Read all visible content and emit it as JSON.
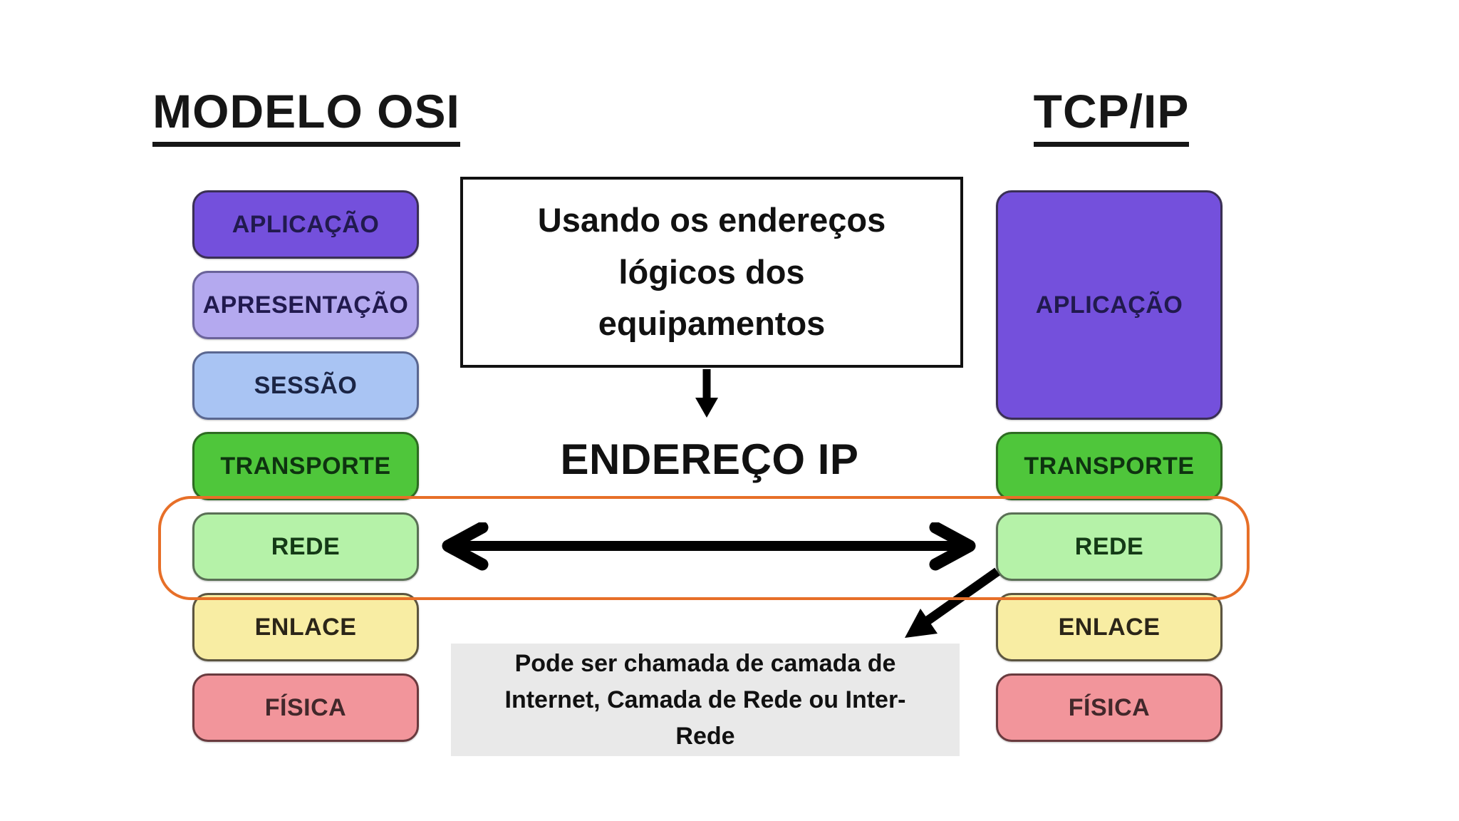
{
  "titles": {
    "left": "MODELO OSI",
    "right": "TCP/IP"
  },
  "osi_layers": [
    {
      "label": "APLICAÇÃO",
      "bg": "#7450DC",
      "border": "#3A2F55",
      "text": "#211A4E"
    },
    {
      "label": "APRESENTAÇÃO",
      "bg": "#B4A9EF",
      "border": "#6A639A",
      "text": "#211A4E"
    },
    {
      "label": "SESSÃO",
      "bg": "#A9C4F3",
      "border": "#5A6790",
      "text": "#1B2545"
    },
    {
      "label": "TRANSPORTE",
      "bg": "#4FC63B",
      "border": "#2E6B22",
      "text": "#0E3310"
    },
    {
      "label": "REDE",
      "bg": "#B5F2A8",
      "border": "#5A6F55",
      "text": "#143A16"
    },
    {
      "label": "ENLACE",
      "bg": "#F8EDA3",
      "border": "#5C5540",
      "text": "#2B2518"
    },
    {
      "label": "FÍSICA",
      "bg": "#F2959B",
      "border": "#693A3E",
      "text": "#42282B"
    }
  ],
  "tcpip_layers": [
    {
      "label": "APLICAÇÃO",
      "bg": "#7450DC",
      "border": "#3A2F55",
      "text": "#211A4E",
      "tall": true
    },
    {
      "label": "TRANSPORTE",
      "bg": "#4FC63B",
      "border": "#2E6B22",
      "text": "#0E3310"
    },
    {
      "label": "REDE",
      "bg": "#B5F2A8",
      "border": "#5A6F55",
      "text": "#143A16"
    },
    {
      "label": "ENLACE",
      "bg": "#F8EDA3",
      "border": "#5C5540",
      "text": "#2B2518"
    },
    {
      "label": "FÍSICA",
      "bg": "#F2959B",
      "border": "#693A3E",
      "text": "#42282B"
    }
  ],
  "center": {
    "note_lines": [
      "Usando os endereços",
      "lógicos dos",
      "equipamentos"
    ],
    "ip_label": "ENDEREÇO IP",
    "bottom_note_lines": [
      "Pode ser chamada de camada de",
      "Internet, Camada de Rede ou Inter-",
      "Rede"
    ]
  },
  "colors": {
    "highlight_outline": "#E76F28",
    "gray_note_bg": "#E9E9E9",
    "arrow": "#000000"
  }
}
